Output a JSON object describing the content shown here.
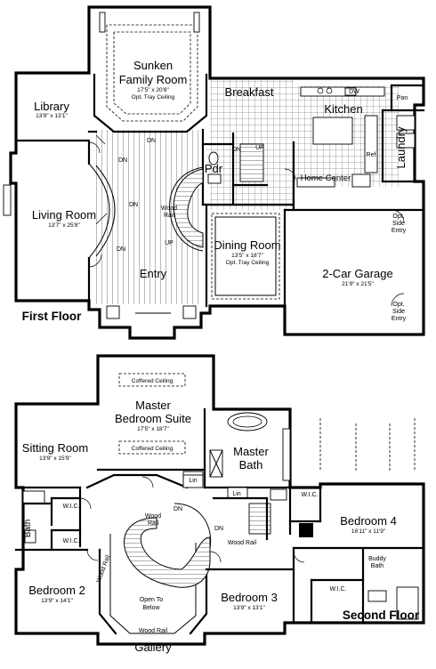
{
  "floors": {
    "first": {
      "label": "First Floor",
      "rooms": {
        "family": {
          "name_line1": "Sunken",
          "name_line2": "Family Room",
          "dims": "17'5\" x 20'8\"",
          "note": "Opt. Tray Ceiling"
        },
        "library": {
          "name": "Library",
          "dims": "13'9\" x 13'1\""
        },
        "living": {
          "name": "Living Room",
          "dims": "13'7\" x 25'8\""
        },
        "breakfast": {
          "name": "Breakfast"
        },
        "kitchen": {
          "name": "Kitchen"
        },
        "laundry": {
          "name": "Laundry"
        },
        "pwdr": {
          "name": "Pdr"
        },
        "home_center": {
          "name": "Home Center"
        },
        "entry": {
          "name": "Entry"
        },
        "dining": {
          "name": "Dining Room",
          "dims": "13'5\" x 18'7\"",
          "note": "Opt. Tray Ceiling"
        },
        "garage": {
          "name": "2-Car Garage",
          "dims": "21'9\" x 21'5\""
        }
      },
      "labels": {
        "dn_family": "DN",
        "dn_entry_upper": "DN",
        "dn_entry_mid": "DN",
        "dn_entry_lower": "DN",
        "dn_stair": "DN",
        "up_stair": "UP",
        "up_main": "UP",
        "wood_rail_line1": "Wood",
        "wood_rail_line2": "Rail",
        "dw": "DW",
        "pan": "Pan",
        "ref": "Ref",
        "opt_side_entry_top": [
          "Opt.",
          "Side",
          "Entry"
        ],
        "opt_side_entry_bottom": [
          "Opt.",
          "Side",
          "Entry"
        ]
      }
    },
    "second": {
      "label": "Second Floor",
      "rooms": {
        "master_suite": {
          "name_line1": "Master",
          "name_line2": "Bedroom Suite",
          "dims": "17'5\" x 18'7\"",
          "ceiling_top": "Coffered Ceiling",
          "ceiling_bottom": "Coffered Ceiling"
        },
        "master_bath": {
          "name_line1": "Master",
          "name_line2": "Bath"
        },
        "sitting": {
          "name": "Sitting Room",
          "dims": "13'9\" x 15'9\""
        },
        "bedroom4": {
          "name": "Bedroom 4",
          "dims": "16'11\" x 11'9\""
        },
        "bedroom2": {
          "name": "Bedroom 2",
          "dims": "13'9\" x 14'1\""
        },
        "bedroom3": {
          "name": "Bedroom 3",
          "dims": "13'9\" x 13'1\""
        },
        "gallery": {
          "name": "Gallery"
        },
        "bath": {
          "name": "Bath"
        },
        "buddy_bath": {
          "name_line1": "Buddy",
          "name_line2": "Bath"
        }
      },
      "labels": {
        "wic_left_upper": "W.I.C.",
        "wic_left_lower": "W.I.C.",
        "wic_b4": "W.I.C.",
        "wic_b3": "W.I.C.",
        "lin_upper": "Lin",
        "lin_lower": "Lin",
        "dn_stair": "DN",
        "dn_landing": "DN",
        "wood_rail_top_line1": "Wood",
        "wood_rail_top_line2": "Rail",
        "wood_rail_right": "Wood Rail",
        "wood_rail_left": "Wood Rail",
        "wood_rail_bottom": "Wood Rail",
        "open_to_below_line1": "Open To",
        "open_to_below_line2": "Below"
      }
    }
  }
}
